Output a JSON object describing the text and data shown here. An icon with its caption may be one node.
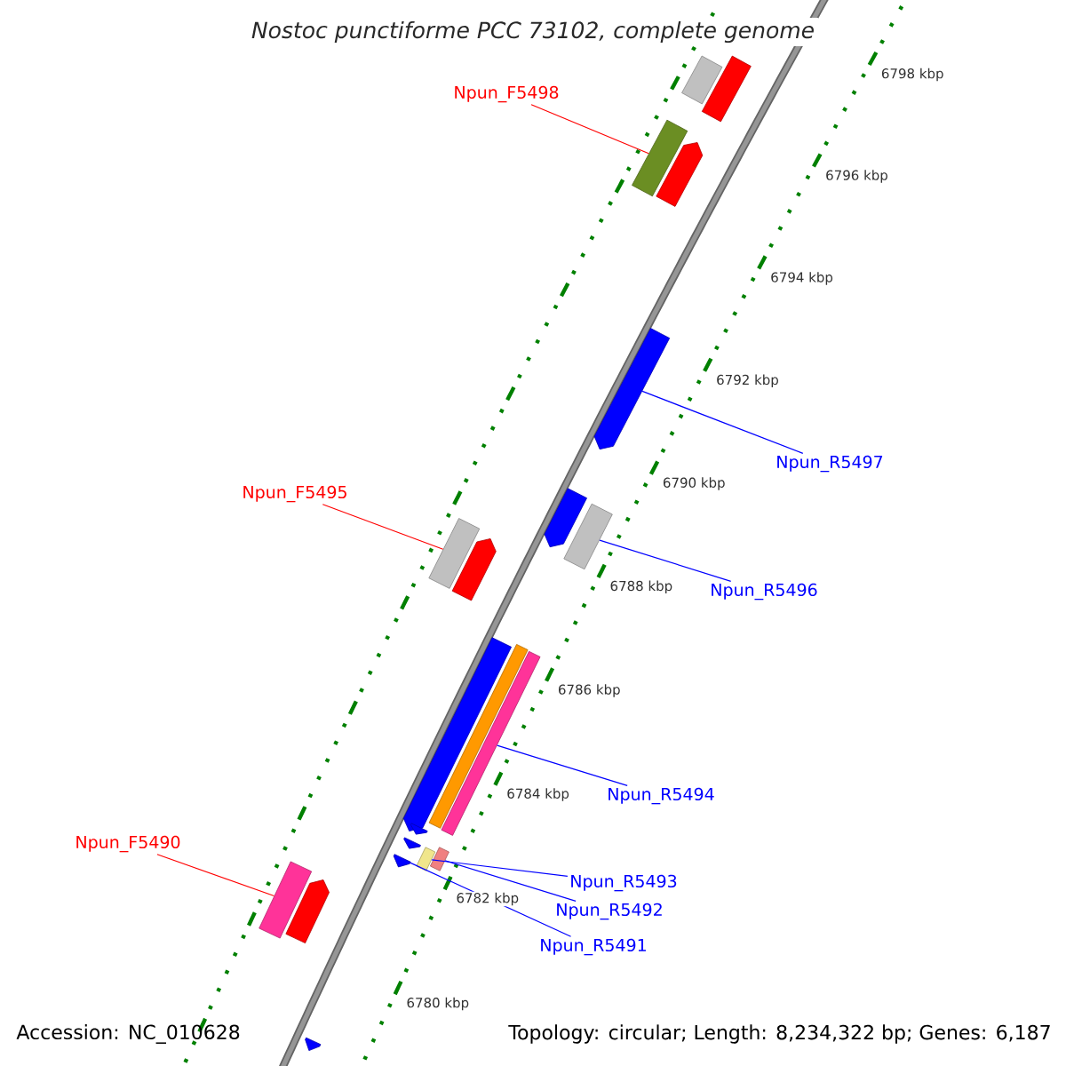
{
  "diagram": {
    "title": "Nostoc punctiforme PCC 73102, complete genome",
    "nodes": [
      {
        "text": [
          "Npun_F5498"
        ]
      },
      {
        "text": [
          "Npun_R5497"
        ]
      },
      {
        "text": [
          "Npun_F5495"
        ]
      },
      {
        "text": [
          "Npun_R5496"
        ]
      },
      {
        "text": [
          "Npun_R5494"
        ]
      },
      {
        "text": [
          "Npun_F5490"
        ]
      },
      {
        "text": [
          "Npun_R5493"
        ]
      },
      {
        "text": [
          "Npun_R5492"
        ]
      },
      {
        "text": [
          "Npun_R5491"
        ]
      },
      {
        "text": [],
        "shape": "box"
      },
      {
        "text": [],
        "shape": "box"
      },
      {
        "text": [],
        "shape": "box"
      },
      {
        "text": [],
        "shape": "arrow"
      },
      {
        "text": [],
        "shape": "arrow"
      },
      {
        "text": [],
        "shape": "arrow"
      },
      {
        "text": [],
        "shape": "box"
      },
      {
        "text": [],
        "shape": "box"
      },
      {
        "text": [],
        "shape": "arrow"
      },
      {
        "text": [],
        "shape": "arrow"
      },
      {
        "text": [],
        "shape": "box"
      },
      {
        "text": [],
        "shape": "box"
      },
      {
        "text": [],
        "shape": "arrow"
      },
      {
        "text": [],
        "shape": "arrow"
      },
      {
        "text": [],
        "shape": "arrow"
      },
      {
        "text": [],
        "shape": "box"
      },
      {
        "text": [],
        "shape": "box"
      },
      {
        "text": [],
        "shape": "box"
      },
      {
        "text": [],
        "shape": "arrow"
      },
      {
        "text": [],
        "shape": "arrow"
      }
    ],
    "edges": [
      {
        "from": 0,
        "to": 11,
        "arrow": "none",
        "color": "#ff0000"
      },
      {
        "from": 1,
        "to": 13,
        "arrow": "none"
      },
      {
        "from": 2,
        "to": 16,
        "arrow": "none",
        "color": "#ff0000"
      },
      {
        "from": 3,
        "to": 15,
        "arrow": "none"
      },
      {
        "from": 4,
        "to": 20,
        "arrow": "none"
      },
      {
        "from": 5,
        "to": 26,
        "arrow": "none",
        "color": "#ff0000"
      },
      {
        "from": 6,
        "to": 24,
        "arrow": "none"
      },
      {
        "from": 7,
        "to": 25,
        "arrow": "none"
      },
      {
        "from": 8,
        "to": 23,
        "arrow": "none"
      }
    ],
    "labels": [
      "6798 kbp",
      "6796 kbp",
      "6794 kbp",
      "6792 kbp",
      "6790 kbp",
      "6788 kbp",
      "6786 kbp",
      "6784 kbp",
      "6782 kbp",
      "6780 kbp",
      "Accession: NC_010628",
      "Topology: circular; Length: 8,234,322 bp; Genes: 6,187"
    ]
  }
}
